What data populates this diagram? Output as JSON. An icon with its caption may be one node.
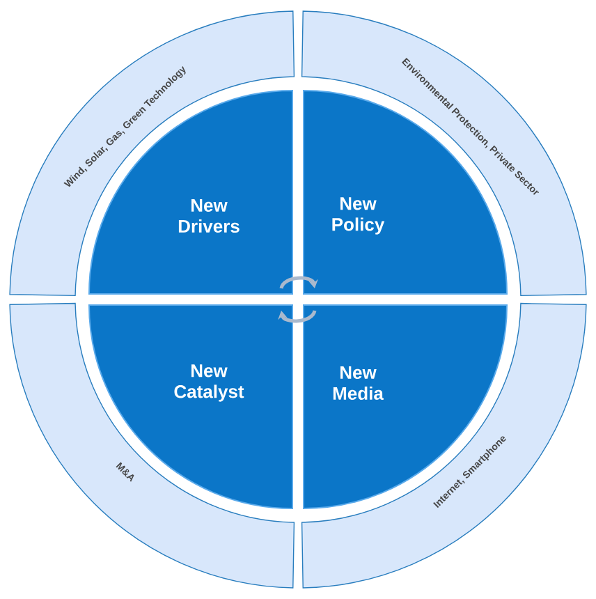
{
  "diagram": {
    "nodes": [
      {
        "text": [
          "Wind, Solar, Gas, Green Technology"
        ]
      },
      {
        "text": [
          "Environmental Protection, Private Sector"
        ]
      },
      {
        "text": [
          "New Drivers"
        ]
      },
      {
        "text": [
          "New Policy"
        ]
      },
      {
        "text": [
          "New Catalyst"
        ]
      },
      {
        "text": [
          "New Media"
        ]
      },
      {
        "text": [
          "M&A"
        ]
      },
      {
        "text": [
          "Internet, Smartphone"
        ]
      }
    ],
    "edges": [
      {
        "from": 2,
        "to": 3,
        "arrow": "to"
      },
      {
        "from": 5,
        "to": 4,
        "arrow": "to"
      }
    ]
  }
}
